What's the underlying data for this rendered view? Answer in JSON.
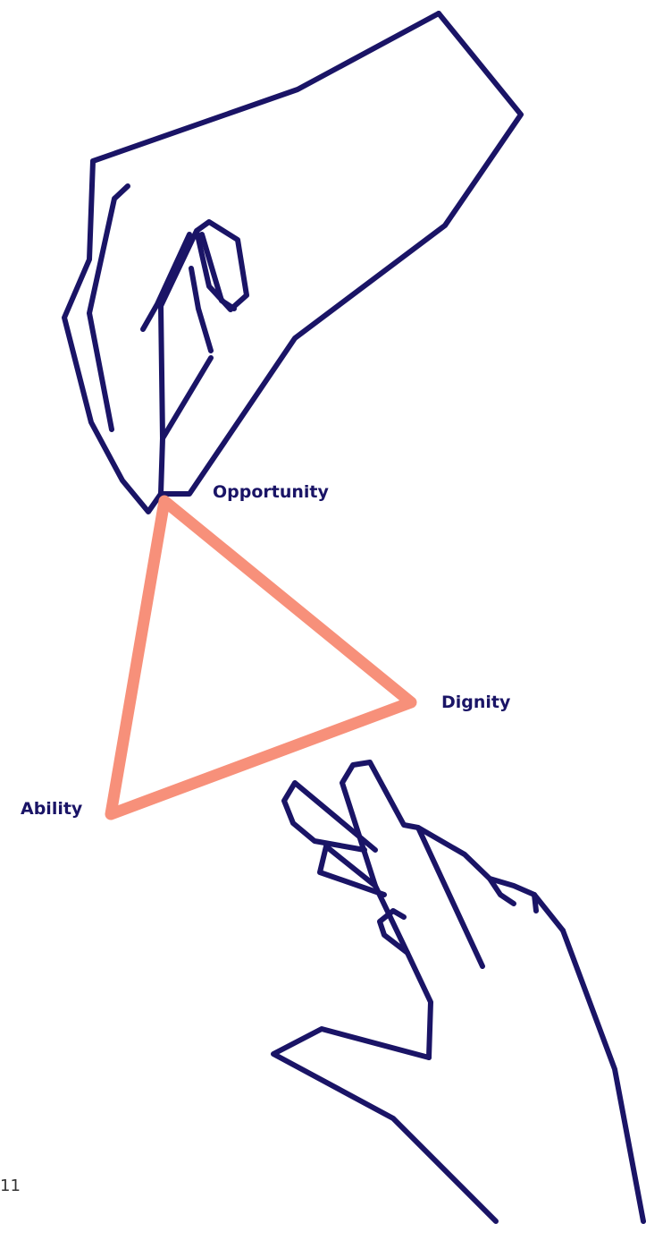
{
  "colors": {
    "ink": "#1a1466",
    "triangle": "#f7907a",
    "page_number": "#333333"
  },
  "labels": {
    "opportunity": "Opportunity",
    "dignity": "Dignity",
    "ability": "Ability"
  },
  "page_number": "11",
  "illustration": {
    "top_hand": "hand-holding-triangle-icon",
    "bottom_hand": "hand-pointing-icon"
  }
}
